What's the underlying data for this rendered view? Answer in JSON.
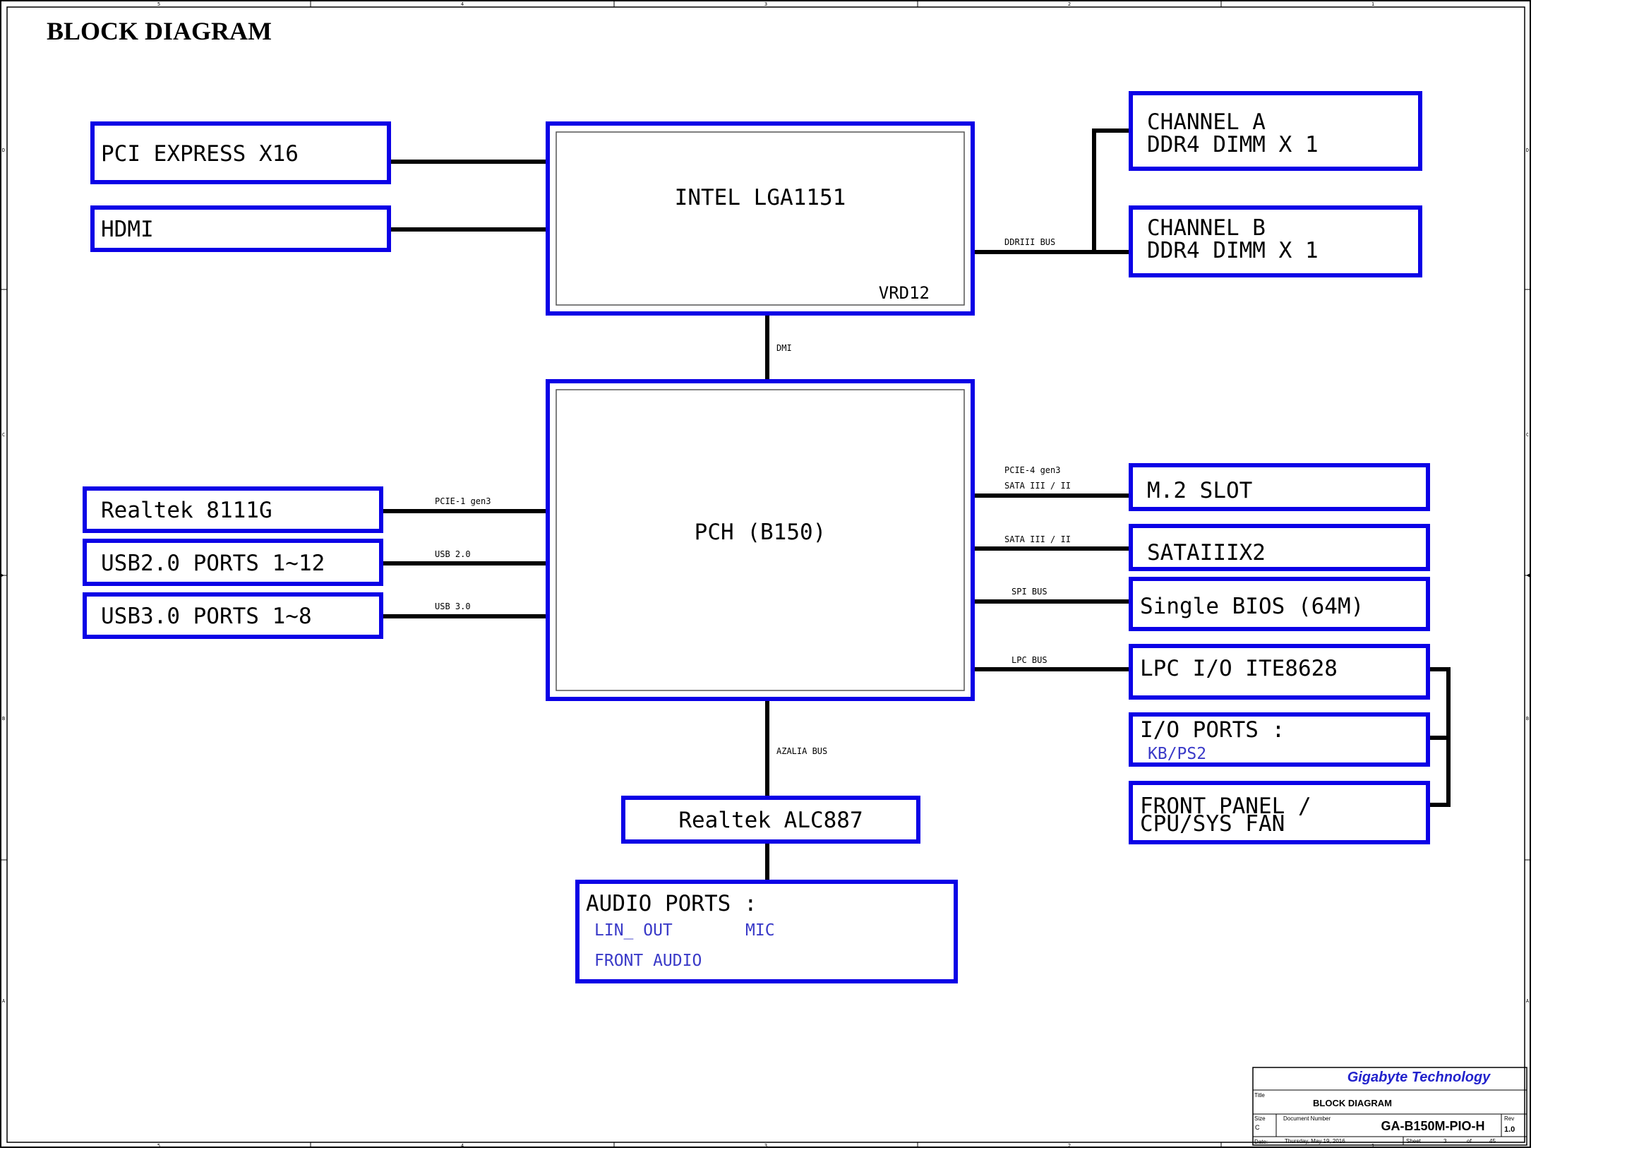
{
  "page": {
    "title": "BLOCK DIAGRAM"
  },
  "cpu": {
    "name": "INTEL LGA1151",
    "vrd": "VRD12"
  },
  "pch": {
    "name": "PCH (B150)"
  },
  "left_cpu_blocks": [
    {
      "label": "PCI EXPRESS X16"
    },
    {
      "label": "HDMI"
    }
  ],
  "memory": {
    "bus_label": "DDRIII BUS",
    "channels": [
      {
        "line1": "CHANNEL A",
        "line2": "DDR4 DIMM X 1"
      },
      {
        "line1": "CHANNEL B",
        "line2": "DDR4 DIMM X 1"
      }
    ]
  },
  "dmi_label": "DMI",
  "left_pch_blocks": [
    {
      "label": "Realtek 8111G",
      "bus": "PCIE-1 gen3"
    },
    {
      "label": "USB2.0 PORTS 1~12",
      "bus": "USB 2.0"
    },
    {
      "label": "USB3.0 PORTS 1~8",
      "bus": "USB 3.0"
    }
  ],
  "right_pch_blocks": [
    {
      "label": "M.2 SLOT",
      "bus_line1": "PCIE-4 gen3",
      "bus_line2": "SATA III / II"
    },
    {
      "label": "SATAIIIX2",
      "bus": "SATA III / II"
    },
    {
      "label": "Single BIOS (64M)",
      "bus": "SPI BUS"
    },
    {
      "label": "LPC I/O ITE8628",
      "bus": "LPC BUS"
    }
  ],
  "io_ports": {
    "label": "I/O PORTS :",
    "sub": "KB/PS2"
  },
  "front_panel": {
    "line1": "FRONT PANEL /",
    "line2": "CPU/SYS FAN"
  },
  "azalia_label": "AZALIA BUS",
  "audio_codec": {
    "label": "Realtek ALC887"
  },
  "audio_ports": {
    "label": "AUDIO PORTS :",
    "items": [
      "LIN_ OUT",
      "MIC",
      "FRONT AUDIO"
    ]
  },
  "title_block": {
    "company": "Gigabyte Technology",
    "title_caption": "Title",
    "title": "BLOCK DIAGRAM",
    "size_caption": "Size",
    "size": "C",
    "docnum_caption": "Document Number",
    "docnum": "GA-B150M-PIO-H",
    "rev_caption": "Rev",
    "rev": "1.0",
    "date_caption": "Date:",
    "date": "Thursday, May 19, 2016",
    "sheet_caption": "Sheet",
    "sheet": "3",
    "of_caption": "of",
    "total": "45"
  },
  "border": {
    "top_zones": [
      "5",
      "4",
      "3",
      "2",
      "1"
    ],
    "bottom_zones": [
      "5",
      "4",
      "3",
      "2",
      "1"
    ],
    "side_zones": [
      "D",
      "C",
      "B",
      "A"
    ]
  },
  "colors": {
    "block_border": "#0b00e6",
    "wire": "#000000",
    "sub_text": "#3a3ac8",
    "company": "#2222cc"
  }
}
